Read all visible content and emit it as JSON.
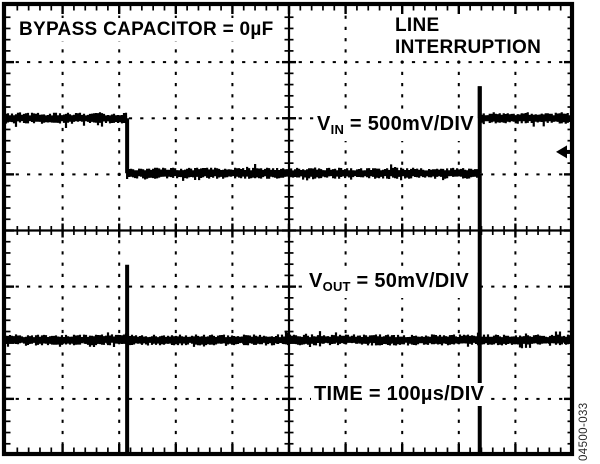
{
  "labels": {
    "bypass": "BYPASS CAPACITOR = 0µF",
    "line1": "LINE",
    "line2": "INTERRUPTION",
    "vin": {
      "sym": "V",
      "sub": "IN",
      "eq": " = 500mV/DIV"
    },
    "vout": {
      "sym": "V",
      "sub": "OUT",
      "eq": " = 50mV/DIV"
    },
    "time": "TIME = 100µs/DIV",
    "fig_number": "04500-033"
  },
  "colors": {
    "ink": "#000000",
    "background": "#ffffff",
    "fig_number": "#2b2b2b"
  },
  "chart_data": {
    "type": "line",
    "instrument": "oscilloscope",
    "title": "LINE INTERRUPTION",
    "condition": "BYPASS CAPACITOR = 0µF",
    "x_axis": {
      "label": "TIME",
      "units_per_div": "100µs",
      "divisions": 10
    },
    "y_axis": {
      "divisions": 8
    },
    "series": [
      {
        "name": "VIN",
        "units_per_div": "500mV",
        "description": "Input rail: high at 2.0 div, drops 1 div (500mV) at t=2.14 div, held low for ~6.2 div (~620µs), recovers at t=8.37 div with ~0.55 div (~280mV) overshoot spike",
        "points_div": [
          [
            0,
            2.0
          ],
          [
            2.14,
            2.0
          ],
          [
            2.14,
            2.98
          ],
          [
            8.37,
            2.98
          ],
          [
            8.37,
            1.43
          ],
          [
            8.37,
            2.0
          ],
          [
            10,
            2.0
          ]
        ],
        "noise": true
      },
      {
        "name": "VOUT",
        "units_per_div": "50mV",
        "description": "Regulator output: flat at 5.95 div with large bipolar transient glitches at both line-interruption edges (bypass capacitor = 0µF)",
        "points_div": [
          [
            0,
            5.95
          ],
          [
            10,
            5.95
          ]
        ],
        "spikes_div": [
          {
            "x": 2.14,
            "y_top": 4.61,
            "y_bottom": 7.95
          },
          {
            "x": 8.37,
            "y_top": 2.98,
            "y_bottom": 7.95
          }
        ],
        "noise": true
      }
    ],
    "markers": [
      {
        "type": "arrow-left",
        "anchor": "right-border",
        "y_div": 2.6
      }
    ],
    "grid": {
      "style": "dotted-minor",
      "center_crosshair": true,
      "border_ticks": true
    }
  }
}
